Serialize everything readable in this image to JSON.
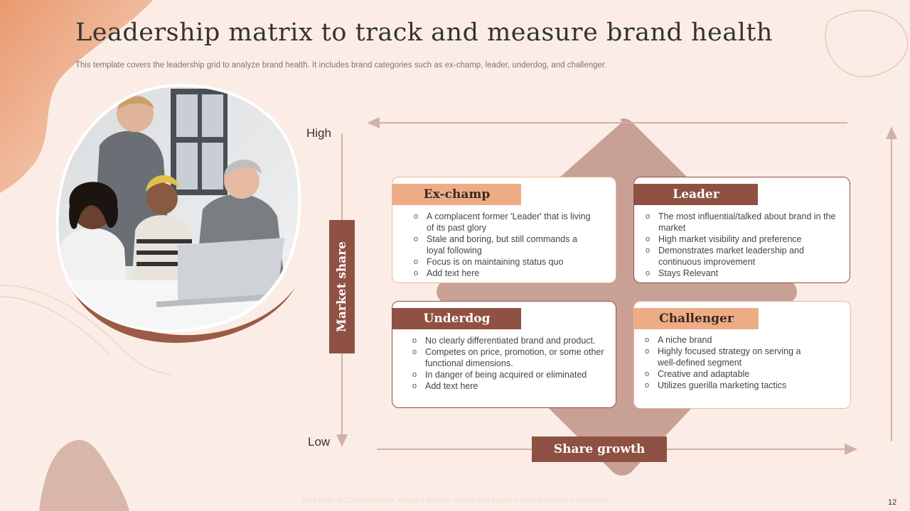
{
  "title": "Leadership matrix to track and measure brand health",
  "subtitle": "This template covers the leadership grid to analyze brand health. It includes brand categories such as ex-champ, leader, underdog, and challenger.",
  "axis": {
    "high": "High",
    "low": "Low",
    "y_label": "Market share",
    "x_label": "Share growth"
  },
  "quadrants": {
    "ex_champ": {
      "label": "Ex-champ",
      "items": [
        "A complacent former 'Leader' that is living of its past glory",
        "Stale and boring, but still commands a loyal following",
        "Focus is on maintaining status quo",
        "Add text here"
      ]
    },
    "leader": {
      "label": "Leader",
      "items": [
        "The most influential/talked about brand in the market",
        "High market visibility and preference",
        "Demonstrates market leadership and continuous improvement",
        "Stays Relevant"
      ]
    },
    "underdog": {
      "label": "Underdog",
      "items": [
        "No clearly differentiated brand and product.",
        "Competes on price, promotion, or some other functional dimensions.",
        "In danger of being acquired or eliminated",
        "Add text here"
      ]
    },
    "challenger": {
      "label": "Challenger",
      "items": [
        "A niche brand",
        "Highly focused strategy on serving a well-defined segment",
        "Creative and adaptable",
        "Utilizes guerilla marketing tactics"
      ]
    }
  },
  "footer": "This slide is 100% editable. Adapt it to your needs and capture your audience's attention.",
  "page_number": "12",
  "colors": {
    "background": "#fbede6",
    "accent_dark": "#8f5143",
    "accent_light": "#eeac86",
    "diamond": "#c9a096",
    "line": "#d3b0a5"
  }
}
